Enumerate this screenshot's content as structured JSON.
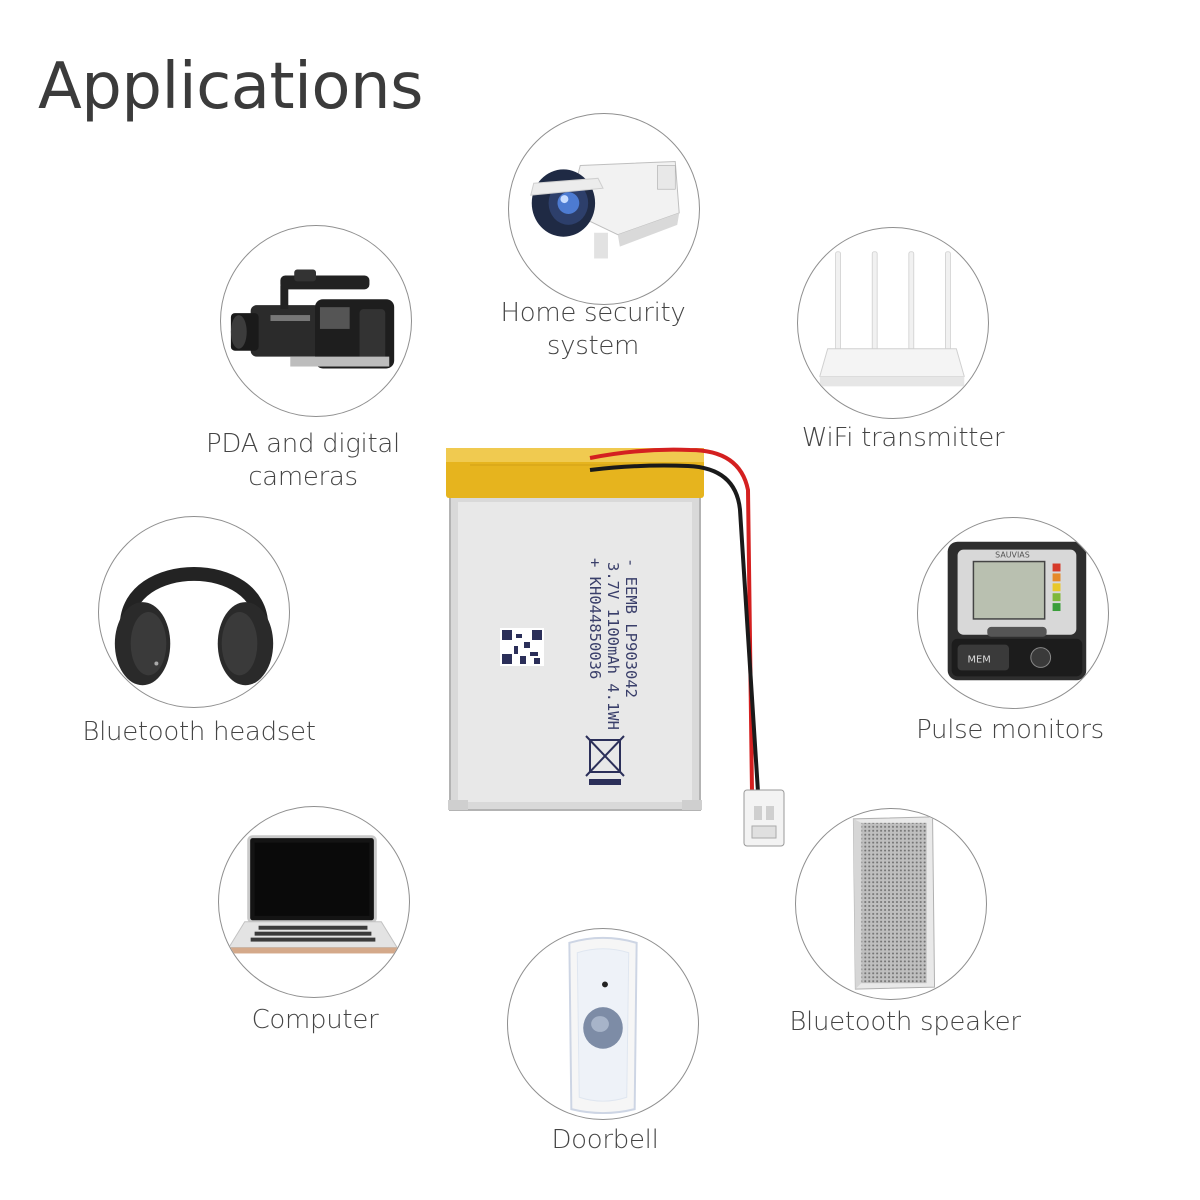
{
  "page": {
    "title": "Applications"
  },
  "applications": [
    {
      "id": "home-security",
      "label_lines": [
        "Home security",
        "system"
      ],
      "icon": "security-camera-icon"
    },
    {
      "id": "pda-cameras",
      "label_lines": [
        "PDA and digital",
        "cameras"
      ],
      "icon": "camcorder-icon"
    },
    {
      "id": "wifi",
      "label_lines": [
        "WiFi transmitter"
      ],
      "icon": "router-icon"
    },
    {
      "id": "headset",
      "label_lines": [
        "Bluetooth headset"
      ],
      "icon": "headphones-icon"
    },
    {
      "id": "pulse",
      "label_lines": [
        "Pulse monitors"
      ],
      "icon": "blood-pressure-monitor-icon"
    },
    {
      "id": "computer",
      "label_lines": [
        "Computer"
      ],
      "icon": "laptop-icon"
    },
    {
      "id": "speaker",
      "label_lines": [
        "Bluetooth speaker"
      ],
      "icon": "speaker-icon"
    },
    {
      "id": "doorbell",
      "label_lines": [
        "Doorbell"
      ],
      "icon": "doorbell-icon"
    }
  ],
  "battery": {
    "label_line1": "- EEMB LP903042",
    "label_line2": "3.7V 1100mAh 4.1WH",
    "label_line3": "+ KH044850036",
    "colors": {
      "tape": "#e8b820",
      "body": "#dcdcdc",
      "wire_red": "#d42020",
      "wire_black": "#1a1a1a"
    }
  },
  "pulse_monitor": {
    "brand": "SAUVIAS",
    "button_mem": "MEM"
  }
}
